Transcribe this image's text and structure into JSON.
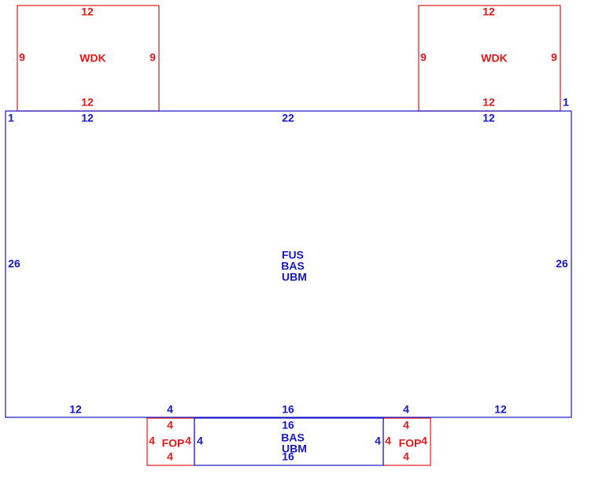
{
  "colors": {
    "main": "#1616c8",
    "addition": "#e01818"
  },
  "main": {
    "labels": [
      "FUS",
      "BAS",
      "UBM"
    ],
    "top_left_end": "1",
    "top_left": "12",
    "top_center": "22",
    "top_right": "12",
    "top_right_end": "1",
    "left": "26",
    "right": "26",
    "bottom_left": "12",
    "bottom_notch_left": "4",
    "bottom_center": "16",
    "bottom_notch_right": "4",
    "bottom_right": "12"
  },
  "wdk_left": {
    "label": "WDK",
    "top": "12",
    "bottom": "12",
    "left": "9",
    "right": "9"
  },
  "wdk_right": {
    "label": "WDK",
    "top": "12",
    "bottom": "12",
    "left": "9",
    "right": "9"
  },
  "bay": {
    "labels": [
      "BAS",
      "UBM"
    ],
    "top": "16",
    "bottom": "16",
    "left": "4",
    "right": "4"
  },
  "fop_left": {
    "label": "FOP",
    "top": "4",
    "bottom": "4",
    "left": "4",
    "right": "4"
  },
  "fop_right": {
    "label": "FOP",
    "top": "4",
    "bottom": "4",
    "left": "4",
    "right": "4"
  }
}
